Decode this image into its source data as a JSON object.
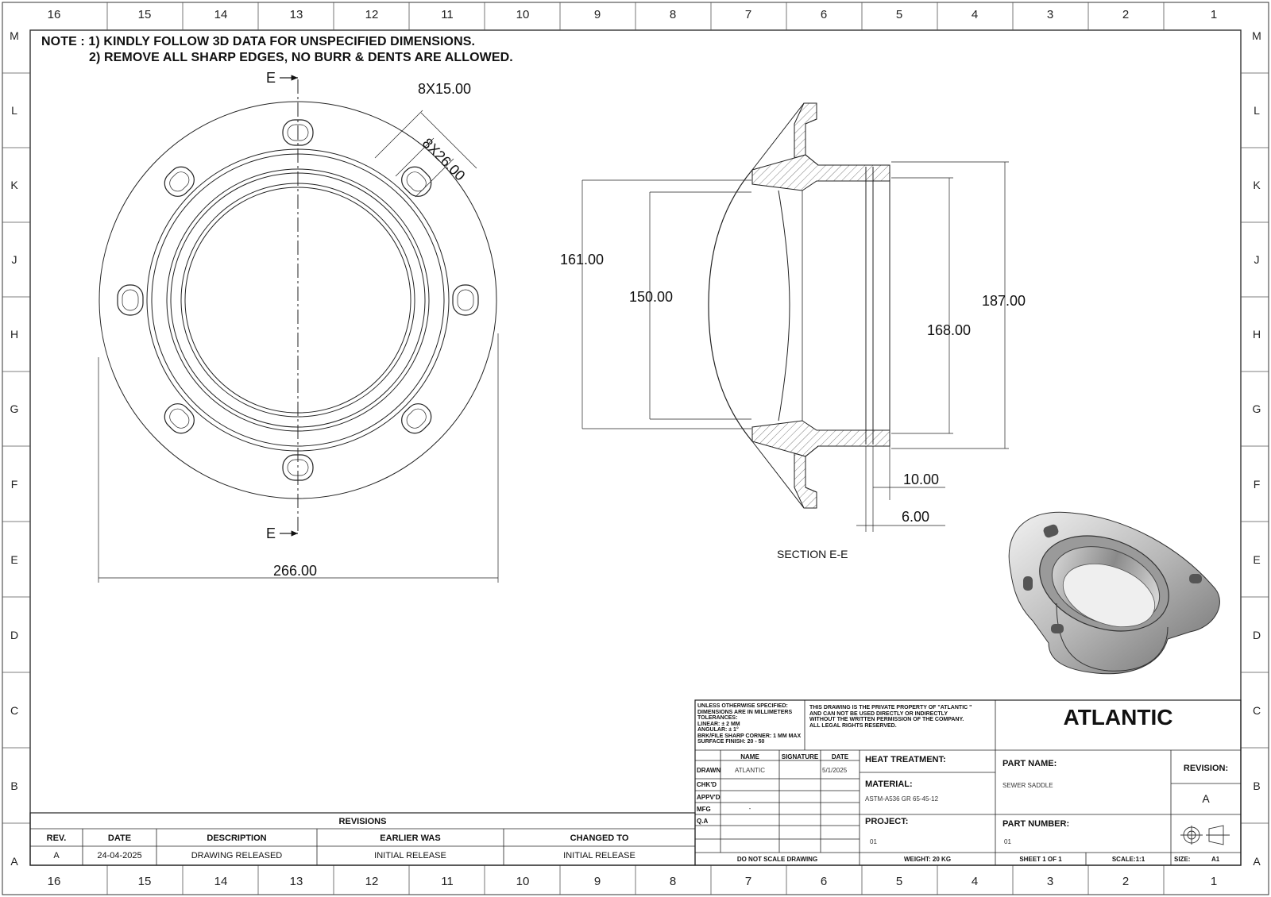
{
  "zones": {
    "columns": [
      "16",
      "15",
      "14",
      "13",
      "12",
      "11",
      "10",
      "9",
      "8",
      "7",
      "6",
      "5",
      "4",
      "3",
      "2",
      "1"
    ],
    "rows": [
      "M",
      "L",
      "K",
      "J",
      "H",
      "G",
      "F",
      "E",
      "D",
      "C",
      "B",
      "A"
    ]
  },
  "notes": {
    "line1": "NOTE : 1) KINDLY FOLLOW 3D DATA FOR UNSPECIFIED DIMENSIONS.",
    "line2": "2) REMOVE ALL SHARP EDGES, NO BURR & DENTS ARE ALLOWED."
  },
  "front_view": {
    "section_mark_top": "E",
    "section_mark_bottom": "E",
    "dim_slot_width": "8X15.00",
    "dim_slot_length": "8X26.00",
    "dim_overall": "266.00"
  },
  "section_view": {
    "title": "SECTION E-E",
    "dim_161": "161.00",
    "dim_150": "150.00",
    "dim_187": "187.00",
    "dim_168": "168.00",
    "dim_10": "10.00",
    "dim_6": "6.00"
  },
  "title_block": {
    "spec_text": [
      "UNLESS OTHERWISE SPECIFIED:",
      "DIMENSIONS ARE IN MILLIMETERS",
      "TOLERANCES:",
      "LINEAR: ± 2 MM",
      "ANGULAR: ± 1°",
      "BRK/FILE SHARP CORNER: 1 MM MAX",
      "SURFACE FINISH: 20 - 50"
    ],
    "property_text": [
      "THIS DRAWING IS THE PRIVATE PROPERTY OF \"ATLANTIC \"",
      "AND CAN NOT BE USED DIRECTLY OR INDIRECTLY",
      "WITHOUT THE WRITTEN PERMISSION  OF THE COMPANY.",
      "ALL LEGAL RIGHTS RESERVED."
    ],
    "company": "ATLANTIC",
    "col_name": "NAME",
    "col_signature": "SIGNATURE",
    "col_date": "DATE",
    "row_drawn": "DRAWN",
    "row_chkd": "CHK'D",
    "row_appvd": "APPV'D",
    "row_mfg": "MFG",
    "row_qa": "Q.A",
    "drawn_name": "ATLANTIC",
    "drawn_date": "5/1/2025",
    "mfg_name": "-",
    "heat_treatment_label": "HEAT TREATMENT:",
    "material_label": "MATERIAL:",
    "material_value": "ASTM-A536 GR 65-45-12",
    "project_label": "PROJECT:",
    "project_value": "01",
    "part_name_label": "PART NAME:",
    "part_name_value": "SEWER SADDLE",
    "part_number_label": "PART NUMBER:",
    "part_number_value": "01",
    "revision_label": "REVISION:",
    "revision_value": "A",
    "do_not_scale": "DO NOT SCALE DRAWING",
    "weight": "WEIGHT: 20 KG",
    "sheet": "SHEET 1 OF 1",
    "scale": "SCALE:1:1",
    "size_label": "SIZE:",
    "size_value": "A1"
  },
  "revisions": {
    "title": "REVISIONS",
    "headers": [
      "REV.",
      "DATE",
      "DESCRIPTION",
      "EARLIER WAS",
      "CHANGED TO"
    ],
    "rows": [
      [
        "A",
        "24-04-2025",
        "DRAWING RELEASED",
        "INITIAL RELEASE",
        "INITIAL RELEASE"
      ]
    ]
  }
}
